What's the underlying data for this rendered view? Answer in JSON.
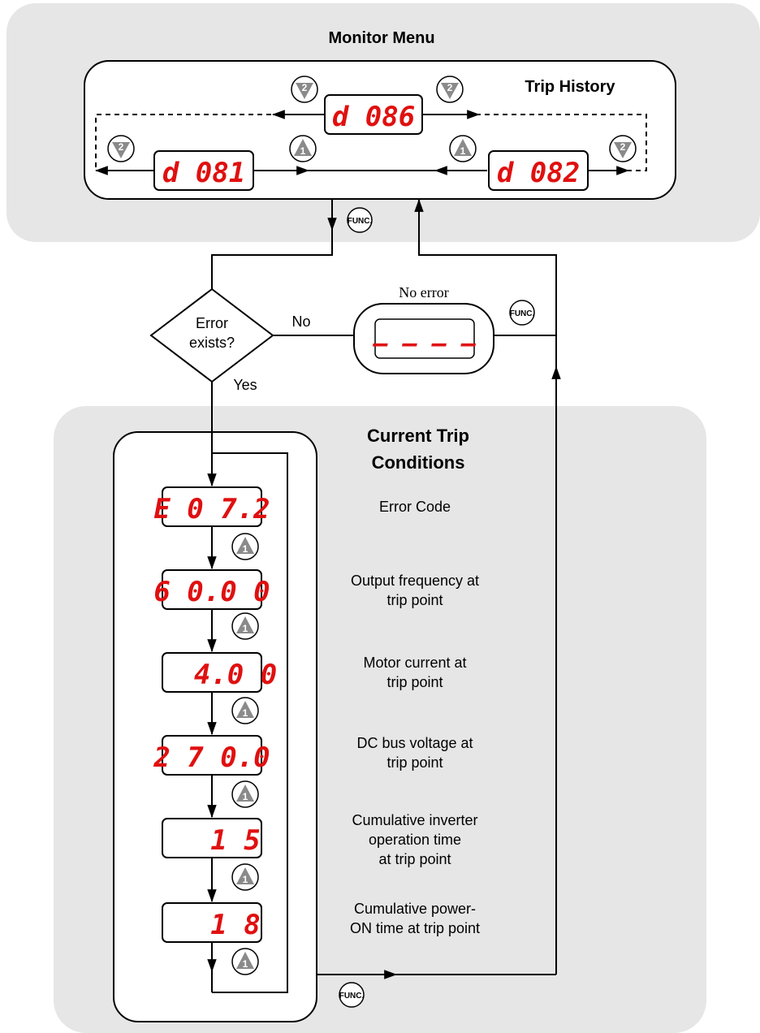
{
  "monitor_menu": {
    "title": "Monitor Menu",
    "trip_history": {
      "title": "Trip History",
      "displays": {
        "d086": "d 086",
        "d081": "d 081",
        "d082": "d 082"
      }
    }
  },
  "keys": {
    "func": "FUNC.",
    "key1": "1",
    "key2": "2"
  },
  "decision": {
    "line1": "Error",
    "line2": "exists?",
    "no_label": "No",
    "yes_label": "Yes"
  },
  "no_error": {
    "label": "No error",
    "display": "– – – –"
  },
  "current_trip": {
    "title_line1": "Current Trip",
    "title_line2": "Conditions",
    "rows": [
      {
        "display": "E 0 7.2",
        "desc": [
          "Error Code"
        ]
      },
      {
        "display": "6 0.0 0",
        "desc": [
          "Output frequency at",
          "trip point"
        ]
      },
      {
        "display": "4.0 0",
        "desc": [
          "Motor current at",
          "trip point"
        ]
      },
      {
        "display": "2 7 0.0",
        "desc": [
          "DC bus voltage at",
          "trip point"
        ]
      },
      {
        "display": "1 5",
        "desc": [
          "Cumulative inverter",
          "operation time",
          "at trip point"
        ]
      },
      {
        "display": "1 8",
        "desc": [
          "Cumulative power-",
          "ON time at trip point"
        ]
      }
    ]
  },
  "colors": {
    "panel_bg": "#e6e6e6",
    "led_red": "#e01010",
    "key_gray": "#8a8a8a"
  }
}
